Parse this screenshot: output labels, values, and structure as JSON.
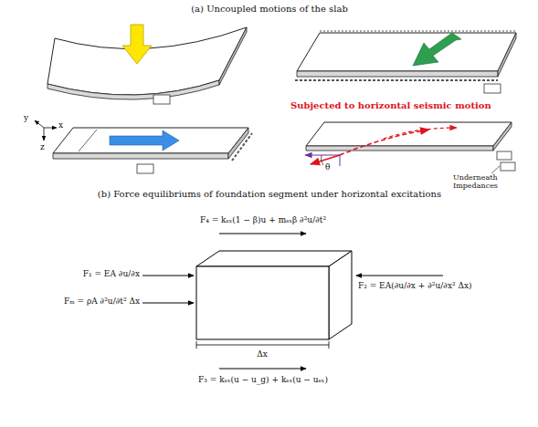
{
  "diagram": {
    "labels": [
      "(a) Uncoupled motions of the slab",
      "y",
      "x",
      "z",
      "Subjected to horizontal seismic motion",
      "θ",
      "Underneath Impedances",
      "(b) Force equilibriums of foundation segment under horizontal excitations",
      "F₄ = kₛₓ(1 − β)u + mₛₓβ ∂²u/∂t²",
      "F₁ = EA ∂u/∂x",
      "Fₘ = ρA ∂²u/∂t² Δx",
      "F₂ = EA(∂u/∂x + ∂²u/∂x² Δx)",
      "F₃ = kₛₓ(u − u_g) + kₛₓ(u − uₛₓ)",
      "Δx"
    ]
  }
}
